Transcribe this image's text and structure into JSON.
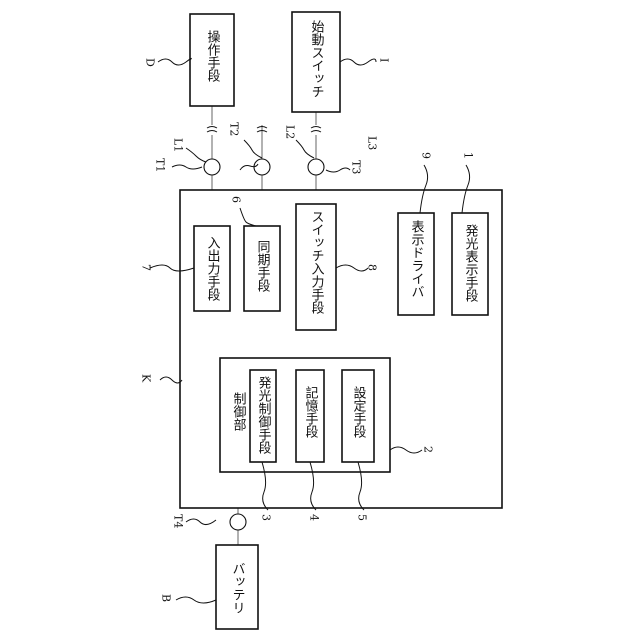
{
  "blocks": {
    "sousa": "操作手段",
    "shidou": "始動スイッチ",
    "nyushutsu": "入出力手段",
    "douki": "同期手段",
    "switch_input": "スイッチ入力手段",
    "hyouji_driver": "表示ドライバ",
    "hakkou_hyouji": "発光表示手段",
    "seigyo": "制御部",
    "hakkou_seigyo": "発光制御手段",
    "kioku": "記憶手段",
    "settei": "設定手段",
    "battery": "バッテリ"
  },
  "labels": {
    "D": "D",
    "I_top": "I",
    "L1": "L1",
    "L2": "L2",
    "L3": "L3",
    "T1": "T1",
    "T2": "T2",
    "T3": "T3",
    "T4": "T4",
    "n9": "9",
    "n1": "1",
    "n6": "6",
    "n7": "7",
    "n8": "8",
    "K": "K",
    "n2": "2",
    "n3": "3",
    "n4": "4",
    "n5": "5",
    "B": "B"
  }
}
